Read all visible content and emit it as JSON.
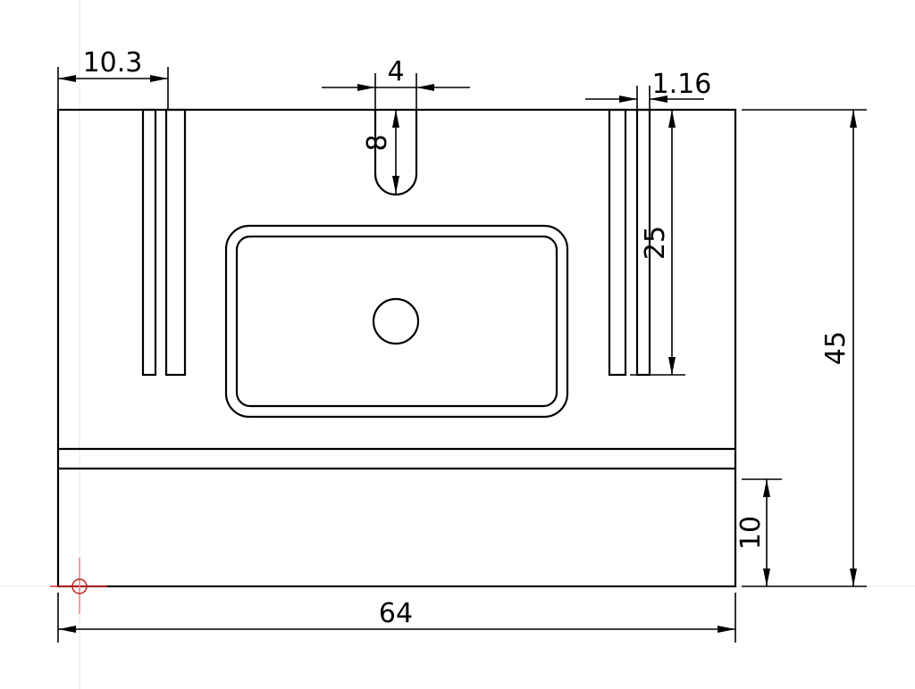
{
  "drawing": {
    "dimensions": {
      "slot_offset": "10.3",
      "center_slot_width": "4",
      "center_slot_depth": "8",
      "slot_gap": "1.16",
      "slot_length": "25",
      "overall_height": "45",
      "base_height": "10",
      "overall_width": "64"
    },
    "colors": {
      "line": "#000000",
      "origin_marker": "#e03030"
    }
  }
}
